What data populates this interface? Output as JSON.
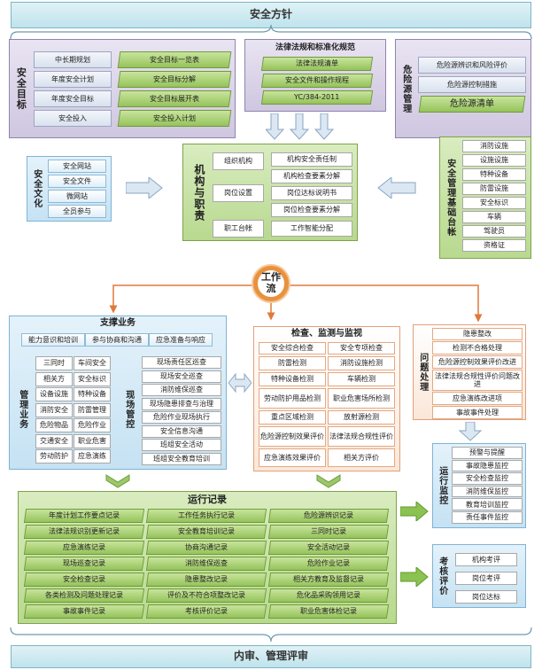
{
  "top_band": "安全方针",
  "bottom_band": "内审、管理评审",
  "safety_goals": {
    "title": "安全目标",
    "left": [
      "中长期规划",
      "年度安全计划",
      "年度安全目标",
      "安全投入"
    ],
    "right": [
      "安全目标一览表",
      "安全目标分解",
      "安全目标展开表",
      "安全投入计划"
    ]
  },
  "laws": {
    "title": "法律法规和标准化规范",
    "items": [
      "法律法规清单",
      "安全文件和操作规程",
      "YC/384-2011"
    ]
  },
  "hazard_mgmt": {
    "title": "危险源管理",
    "items": [
      "危险源辨识和风险评价",
      "危险源控制措施",
      "危险源清单"
    ]
  },
  "culture": {
    "title": "安全文化",
    "items": [
      "安全网站",
      "安全文件",
      "微网站",
      "全员参与"
    ]
  },
  "org": {
    "title": "机构与职责",
    "left": [
      "组织机构",
      "岗位设置",
      "职工台帐"
    ],
    "right": [
      "机构安全责任制",
      "机构检查要素分解",
      "岗位达标说明书",
      "岗位检查要素分解",
      "工作智能分配"
    ]
  },
  "ledger": {
    "title": "安全管理基础台帐",
    "items": [
      "消防设施",
      "设施设施",
      "特种设备",
      "防雷设施",
      "安全标识",
      "车辆",
      "驾驶员",
      "资格证"
    ]
  },
  "workflow_label": "工作流",
  "support": {
    "title": "支撑业务",
    "top": [
      "能力意识和培训",
      "参与协商和沟通",
      "应急准备与响应"
    ],
    "mgmt_title": "管理业务",
    "mgmt_rows": [
      [
        "三同时",
        "车间安全"
      ],
      [
        "相关方",
        "安全标识"
      ],
      [
        "设备设施",
        "特种设备"
      ],
      [
        "消防安全",
        "防雷管理"
      ],
      [
        "危险物品",
        "危险作业"
      ],
      [
        "交通安全",
        "职业危害"
      ],
      [
        "劳动防护",
        "应急演练"
      ]
    ],
    "site_title": "现场管控",
    "site_items": [
      "现场责任区巡查",
      "现场安全巡查",
      "消防维保巡查",
      "现场隐患排查与治理",
      "危险作业现场执行",
      "安全信息沟通",
      "班组安全活动",
      "班组安全教育培训"
    ]
  },
  "inspection": {
    "title": "检查、监测与监视",
    "rows": [
      [
        "安全综合检查",
        "安全专项检查"
      ],
      [
        "防雷检测",
        "消防设施检测"
      ],
      [
        "特种设备检测",
        "车辆检测"
      ],
      [
        "劳动防护用品检测",
        "职业危害场所检测"
      ],
      [
        "重点区域检测",
        "放射源检测"
      ],
      [
        "危险源控制效果评价",
        "法律法规合规性评价"
      ],
      [
        "应急演练效果评价",
        "相关方评价"
      ]
    ]
  },
  "issues": {
    "title": "问题处理",
    "items": [
      "隐患整改",
      "检测不合格处理",
      "危险源控制效果评价改进",
      "法律法规合规性评价问题改进",
      "应急演练改进项",
      "事故事件处理"
    ]
  },
  "monitor": {
    "title": "运行监控",
    "items": [
      "预警与提醒",
      "事故隐患监控",
      "安全检查监控",
      "消防维保监控",
      "教育培训监控",
      "责任事件监控"
    ]
  },
  "assess": {
    "title": "考核评价",
    "items": [
      "机构考评",
      "岗位考评",
      "岗位达标"
    ]
  },
  "records": {
    "title": "运行记录",
    "rows": [
      [
        "年度计划工作要点记录",
        "工作任务执行记录",
        "危险源辨识记录"
      ],
      [
        "法律法规识别更新记录",
        "安全教育培训记录",
        "三同时记录"
      ],
      [
        "应急演练记录",
        "协商沟通记录",
        "安全活动记录"
      ],
      [
        "现场巡查记录",
        "消防维保巡查",
        "危险作业记录"
      ],
      [
        "安全检查记录",
        "隐患整改记录",
        "相关方教育及监督记录"
      ],
      [
        "各类检测及问题处理记录",
        "评价及不符合项整改记录",
        "危化品采购领用记录"
      ],
      [
        "事故事件记录",
        "考核评价记录",
        "职业危害体检记录"
      ]
    ]
  }
}
